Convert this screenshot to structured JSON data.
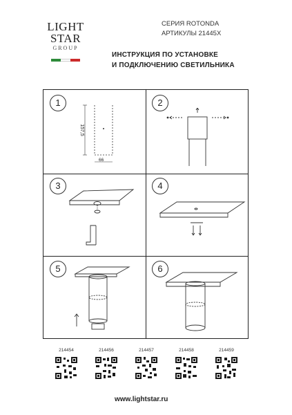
{
  "brand": {
    "line1": "LIGHT",
    "line2": "STAR",
    "line3": "GROUP",
    "flag_colors": [
      "#2e8b3a",
      "#ffffff",
      "#cc2b2b"
    ]
  },
  "header": {
    "series": "СЕРИЯ ROTONDA",
    "articles": "АРТИКУЛЫ 21445X",
    "title_line1": "ИНСТРУКЦИЯ ПО УСТАНОВКЕ",
    "title_line2": "И ПОДКЛЮЧЕНИЮ СВЕТИЛЬНИКА"
  },
  "steps": [
    {
      "number": "1"
    },
    {
      "number": "2"
    },
    {
      "number": "3"
    },
    {
      "number": "4"
    },
    {
      "number": "5"
    },
    {
      "number": "6"
    }
  ],
  "dimensions": {
    "height": "157,5",
    "width": "66"
  },
  "qr_codes": [
    {
      "code": "214454"
    },
    {
      "code": "214456"
    },
    {
      "code": "214457"
    },
    {
      "code": "214458"
    },
    {
      "code": "214459"
    }
  ],
  "footer": {
    "url": "www.lightstar.ru"
  }
}
